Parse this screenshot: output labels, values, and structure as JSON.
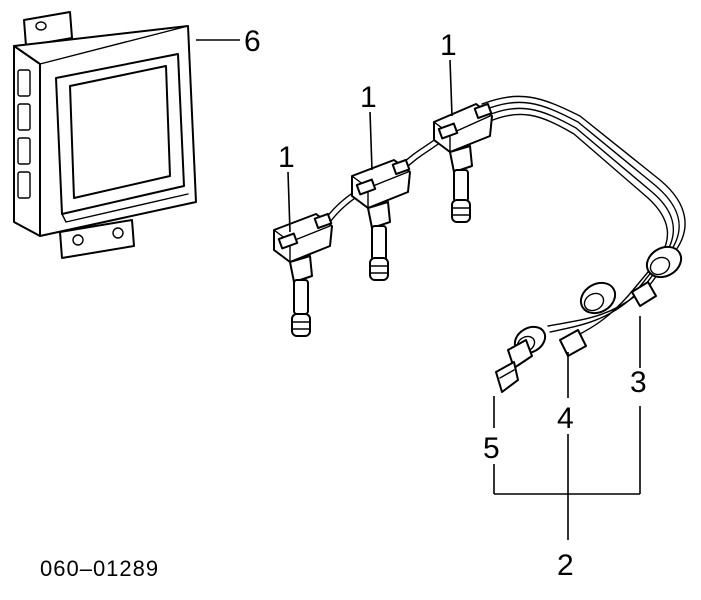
{
  "callouts": {
    "c1a": "1",
    "c1b": "1",
    "c1c": "1",
    "c2": "2",
    "c3": "3",
    "c4": "4",
    "c5": "5",
    "c6": "6"
  },
  "part_code": "060–01289"
}
